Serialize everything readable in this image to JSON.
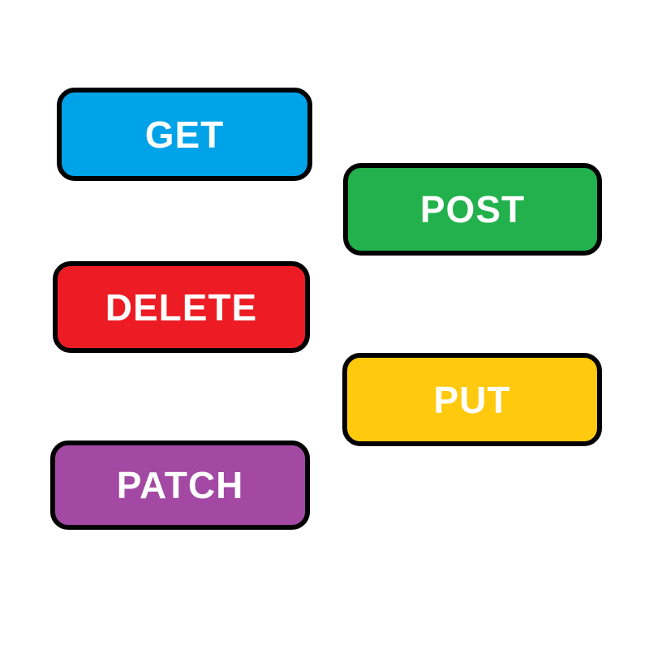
{
  "border_color": "#000000",
  "label_text_color": "#FFFFFF",
  "buttons": [
    {
      "label": "GET",
      "color": "#00A2E8"
    },
    {
      "label": "POST",
      "color": "#22B14C"
    },
    {
      "label": "DELETE",
      "color": "#ED1C24"
    },
    {
      "label": "PUT",
      "color": "#FFC90E"
    },
    {
      "label": "PATCH",
      "color": "#A349A4"
    }
  ]
}
